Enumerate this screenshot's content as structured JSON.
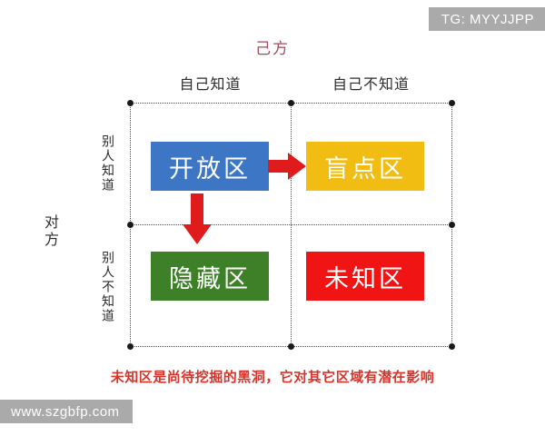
{
  "page": {
    "title_self": "己方",
    "title_other": "对方",
    "caption": "未知区是尚待挖掘的黑洞，它对其它区域有潜在影响"
  },
  "watermarks": {
    "top_right": "TG: MYYJJPP",
    "bottom_left": "www.szgbfp.com"
  },
  "matrix": {
    "column_headers": [
      "自己知道",
      "自己不知道"
    ],
    "row_headers": [
      "别人知道",
      "别人不知道"
    ],
    "cells": [
      {
        "label": "开放区",
        "color": "#3d76c4",
        "name": "open-area"
      },
      {
        "label": "盲点区",
        "color": "#f2bd12",
        "name": "blind-area"
      },
      {
        "label": "隐藏区",
        "color": "#3e8028",
        "name": "hidden-area"
      },
      {
        "label": "未知区",
        "color": "#f01414",
        "name": "unknown-area"
      }
    ]
  },
  "arrows": {
    "color": "#e01b1b",
    "right": "open-to-blind",
    "down": "open-to-hidden"
  },
  "colors": {
    "title_accent": "#a24b5a",
    "caption_accent": "#d6342b",
    "grid_line": "#4a4a4a",
    "watermark_bg": "#aaaaaa"
  }
}
